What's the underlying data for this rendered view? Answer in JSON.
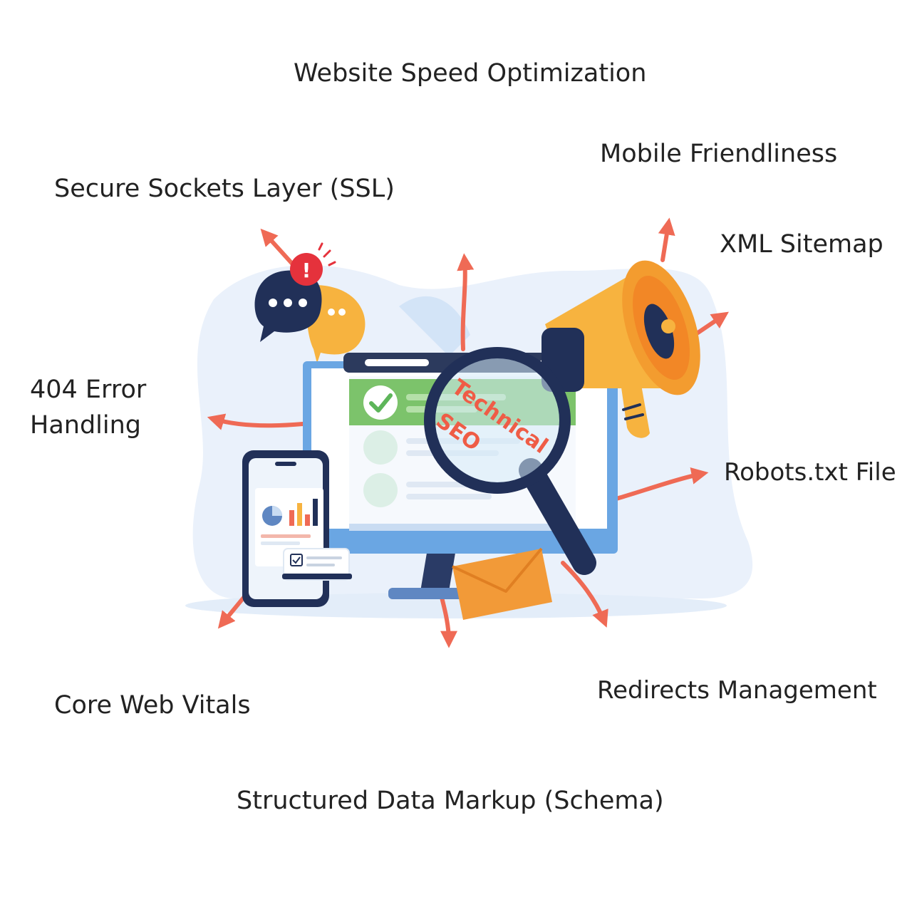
{
  "labels": {
    "website_speed": "Website Speed Optimization",
    "mobile_friendliness": "Mobile Friendliness",
    "ssl": "Secure Sockets Layer (SSL)",
    "xml_sitemap": "XML Sitemap",
    "error_404_line1": "404 Error",
    "error_404_line2": "Handling",
    "robots": "Robots.txt File",
    "core_web_vitals": "Core Web Vitals",
    "redirects": "Redirects Management",
    "structured_data": "Structured Data Markup (Schema)"
  },
  "illustration": {
    "magnifier_line1": "Technical",
    "magnifier_line2": "SEO",
    "icons": [
      "chat-bubble-icon",
      "alert-icon",
      "megaphone-icon",
      "monitor-icon",
      "magnifier-icon",
      "smartphone-icon",
      "envelope-icon",
      "checkmark-icon",
      "bar-chart-icon",
      "pie-chart-icon"
    ]
  },
  "colors": {
    "arrow": "#ef6a55",
    "accent_orange": "#f7a03a",
    "navy": "#1f2f57",
    "monitor_blue": "#6aa6e3",
    "green": "#5db55a",
    "alert_red": "#e5323c",
    "text": "#222222"
  }
}
